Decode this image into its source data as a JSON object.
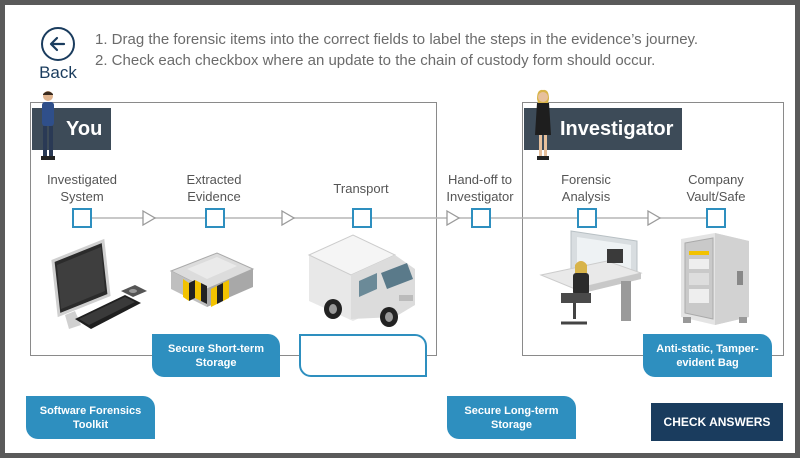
{
  "back_label": "Back",
  "instructions": [
    "1. Drag the forensic items into the correct fields to label the steps in the evidence’s journey.",
    "2. Check each checkbox where an update to the chain of custody form should occur."
  ],
  "zones": {
    "you": "You",
    "investigator": "Investigator"
  },
  "steps": [
    {
      "label": "Investigated System"
    },
    {
      "label": "Extracted Evidence"
    },
    {
      "label": "Transport"
    },
    {
      "label": "Hand-off to Investigator"
    },
    {
      "label": "Forensic Analysis"
    },
    {
      "label": "Company Vault/Safe"
    }
  ],
  "items": {
    "short_term": "Secure Short-term Storage",
    "anti_static": "Anti-static, Tamper-evident Bag",
    "software": "Software Forensics Toolkit",
    "long_term": "Secure Long-term Storage"
  },
  "check_button": "CHECK ANSWERS",
  "colors": {
    "accent": "#2e8fbf",
    "dark": "#1a3c5e",
    "header": "#3d4b58"
  }
}
